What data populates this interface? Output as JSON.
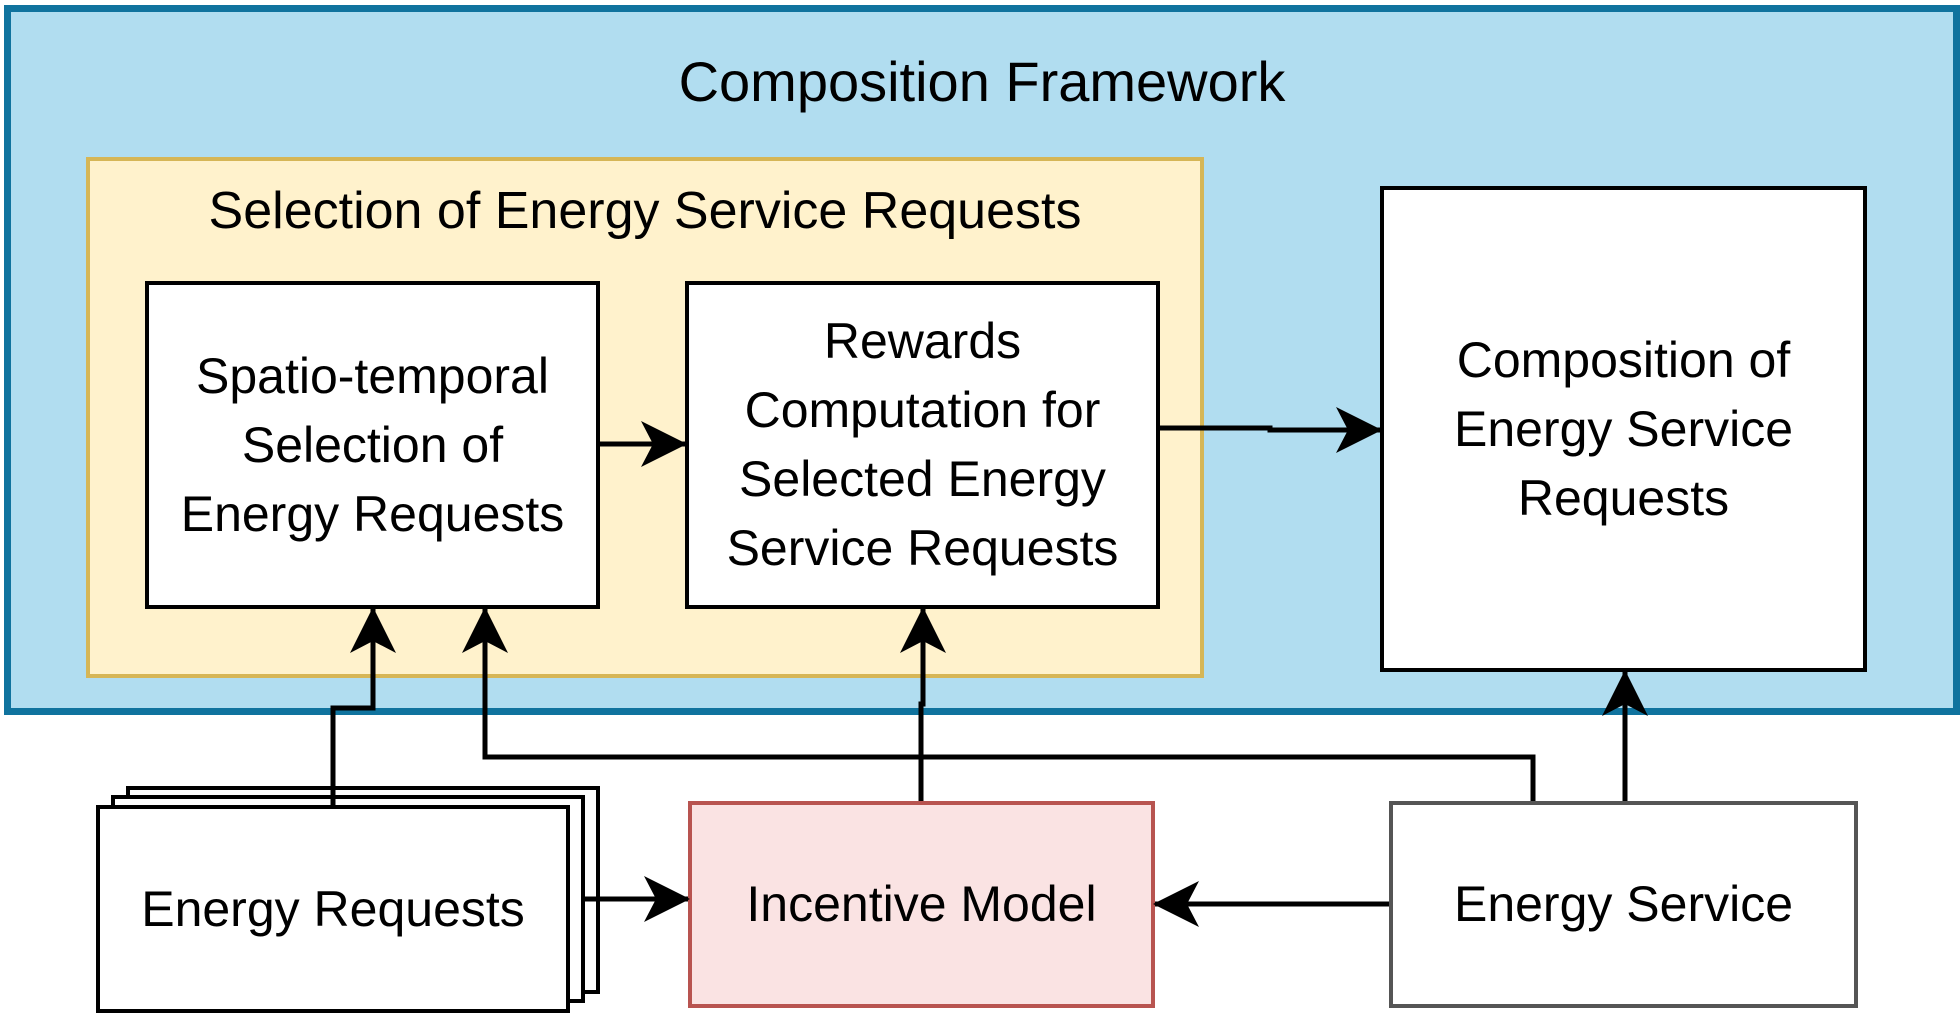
{
  "framework": {
    "title": "Composition Framework"
  },
  "selection": {
    "title": "Selection of Energy Service Requests"
  },
  "nodes": {
    "spatio": "Spatio-temporal\nSelection of\nEnergy Requests",
    "rewards": "Rewards\nComputation for\nSelected Energy\nService Requests",
    "composition": "Composition of\nEnergy Service\nRequests",
    "energy_requests": "Energy Requests",
    "incentive": "Incentive Model",
    "energy_service": "Energy Service"
  },
  "colors": {
    "framework_fill": "#b1ddf0",
    "framework_border": "#10739e",
    "selection_fill": "#fff2cc",
    "selection_border": "#d6b656",
    "incentive_fill": "#fae3e3",
    "incentive_border": "#b85450"
  }
}
